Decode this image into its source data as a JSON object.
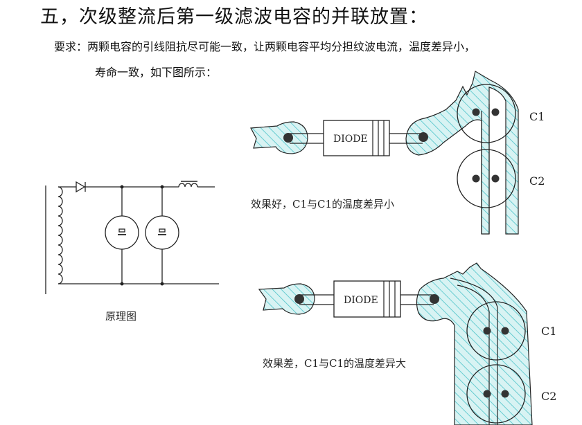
{
  "heading": "五，次级整流后第一级滤波电容的并联放置：",
  "requirement_line1": "要求：两颗电容的引线阻抗尽可能一致，让两颗电容平均分担纹波电流，温度差异小，",
  "requirement_line2": "寿命一致，如下图所示：",
  "schematic_caption": "原理图",
  "layout_good": {
    "diode_label": "DIODE",
    "c1_label": "C1",
    "c2_label": "C2",
    "caption": "效果好，C1与C1的温度差异小"
  },
  "layout_bad": {
    "diode_label": "DIODE",
    "c1_label": "C1",
    "c2_label": "C2",
    "caption": "效果差，C1与C1的温度差异大"
  },
  "colors": {
    "copper_fill": "#d8f3f3",
    "hatch": "#4cc3c9",
    "outline": "#222222"
  }
}
